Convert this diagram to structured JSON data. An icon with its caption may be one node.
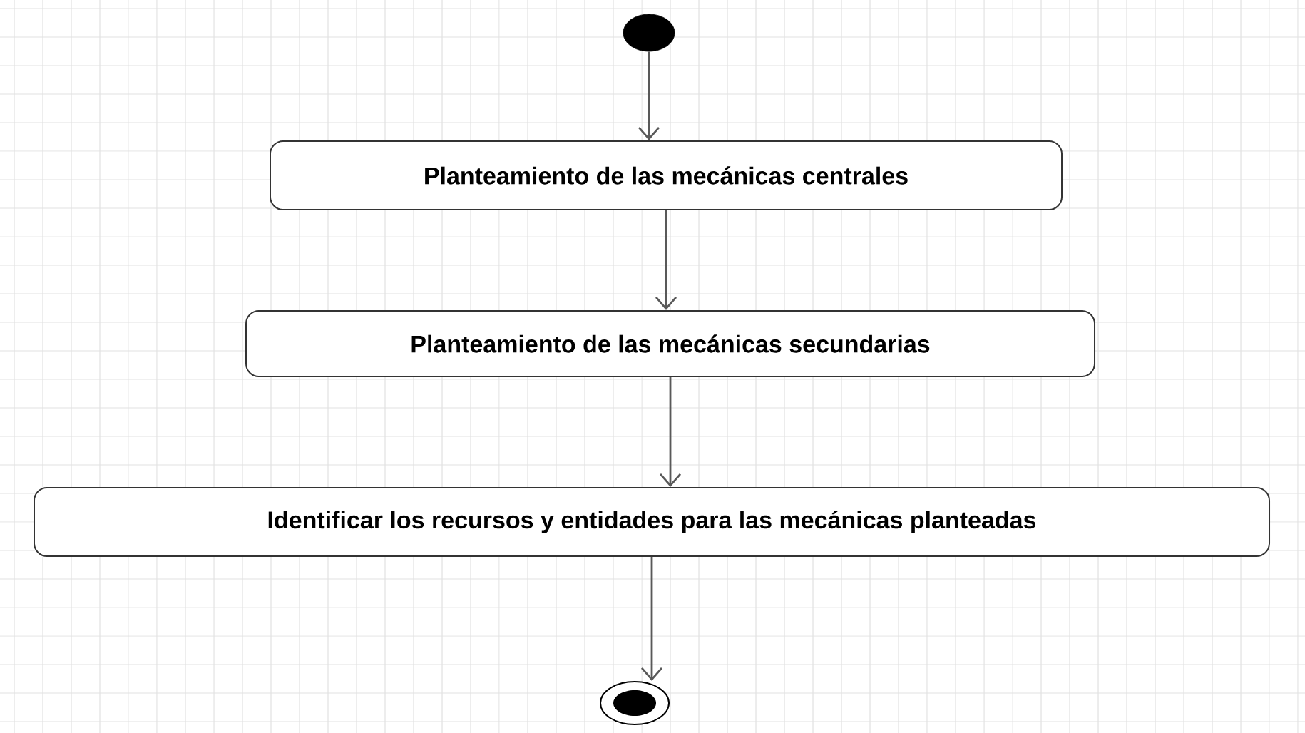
{
  "diagram": {
    "nodes": [
      {
        "text": [],
        "shape": "circle"
      },
      {
        "text": [
          "Planteamiento de las mecánicas centrales"
        ]
      },
      {
        "text": [
          "Planteamiento de las mecánicas secundarias"
        ]
      },
      {
        "text": [
          "Identificar los recursos y entidades para las mecánicas planteadas"
        ]
      },
      {
        "text": [],
        "shape": "bullseye"
      }
    ],
    "edges": [
      {
        "from": 0,
        "to": 1,
        "arrow": "to"
      },
      {
        "from": 1,
        "to": 2,
        "arrow": "to"
      },
      {
        "from": 2,
        "to": 3,
        "arrow": "to"
      },
      {
        "from": 3,
        "to": 4,
        "arrow": "to"
      }
    ]
  }
}
